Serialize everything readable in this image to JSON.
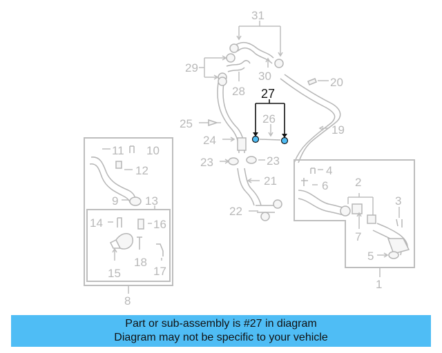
{
  "diagram": {
    "callouts": {
      "c1": "1",
      "c2": "2",
      "c3": "3",
      "c4": "4",
      "c5": "5",
      "c6": "6",
      "c7": "7",
      "c8": "8",
      "c9": "9",
      "c10": "10",
      "c11": "11",
      "c12": "12",
      "c13": "13",
      "c14": "14",
      "c15": "15",
      "c16": "16",
      "c17": "17",
      "c18": "18",
      "c19": "19",
      "c20": "20",
      "c21": "21",
      "c22": "22",
      "c23a": "23",
      "c23b": "23",
      "c24": "24",
      "c25": "25",
      "c26": "26",
      "c27": "27",
      "c28": "28",
      "c29": "29",
      "c30": "30",
      "c31": "31"
    },
    "highlight_color": "#4fbdf5"
  },
  "banner": {
    "line1": "Part or sub-assembly is #27 in diagram",
    "line2": "Diagram may not be specific to your vehicle",
    "background": "#4fbdf5"
  }
}
